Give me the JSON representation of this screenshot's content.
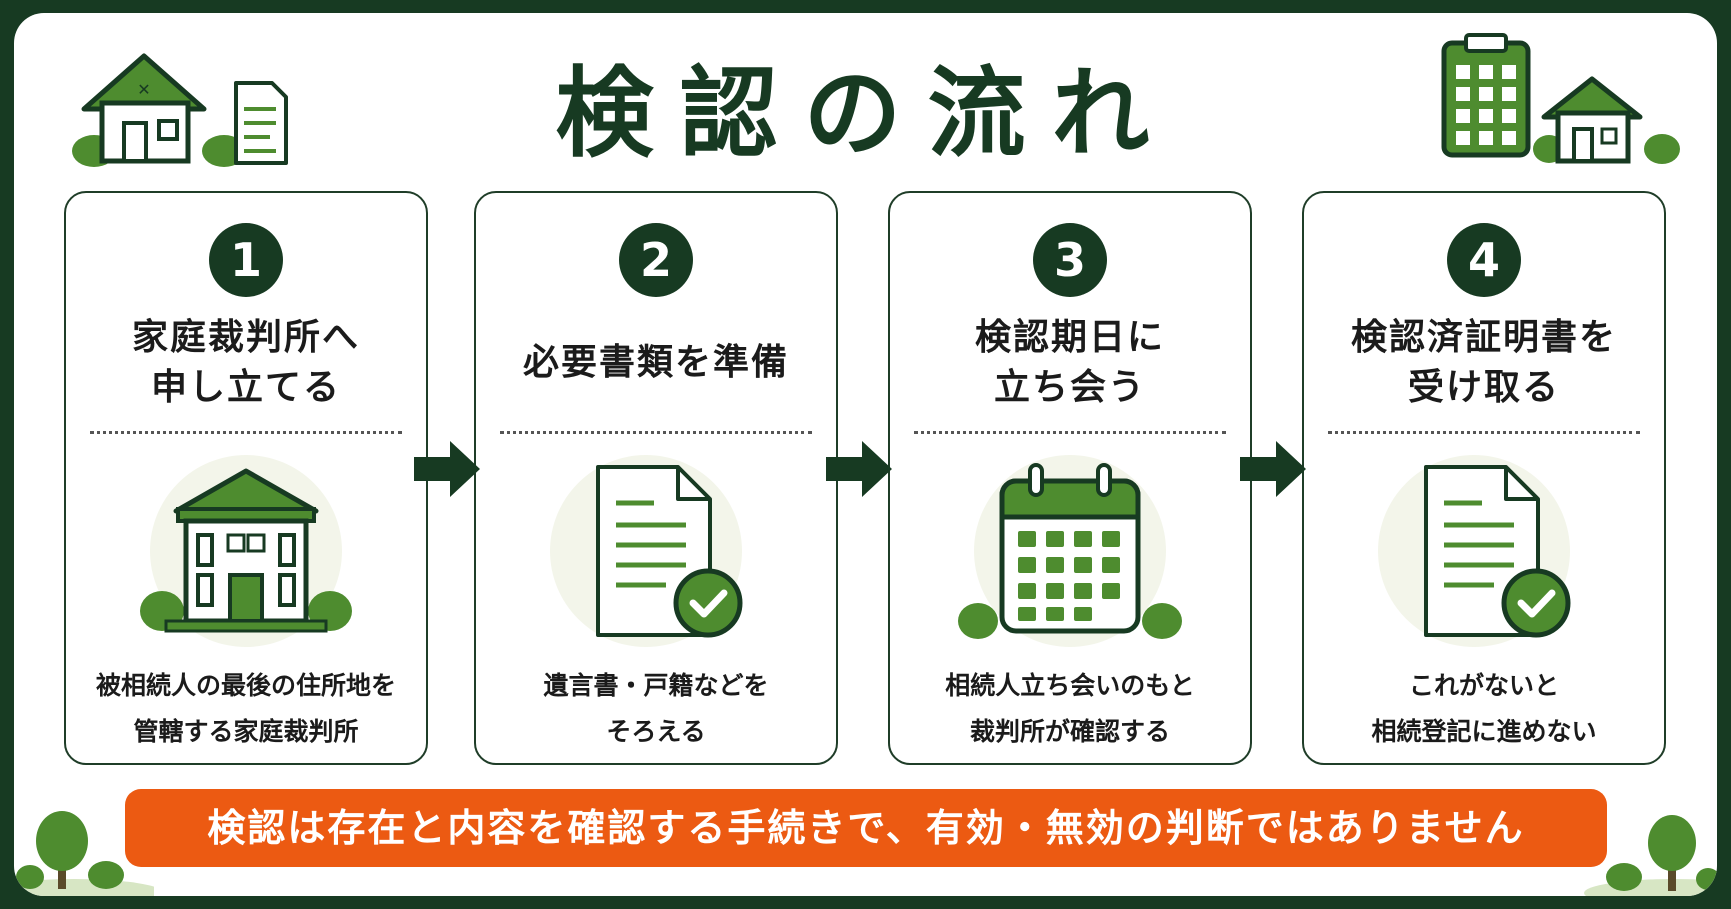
{
  "title": "検認の流れ",
  "colors": {
    "dark_green": "#173a22",
    "accent_green": "#4e8c2f",
    "light_circle": "#f3f5ea",
    "orange": "#ec5a12"
  },
  "steps": [
    {
      "number": "1",
      "heading": "家庭裁判所へ\n申し立てる",
      "description": "被相続人の最後の住所地を\n管轄する家庭裁判所",
      "icon": "courthouse-icon"
    },
    {
      "number": "2",
      "heading": "必要書類を準備",
      "description": "遺言書・戸籍などを\nそろえる",
      "icon": "document-check-icon"
    },
    {
      "number": "3",
      "heading": "検認期日に\n立ち会う",
      "description": "相続人立ち会いのもと\n裁判所が確認する",
      "icon": "calendar-icon"
    },
    {
      "number": "4",
      "heading": "検認済証明書を\n受け取る",
      "description": "これがないと\n相続登記に進めない",
      "icon": "certificate-check-icon"
    }
  ],
  "note": "検認は存在と内容を確認する手続きで、有効・無効の判断ではありません"
}
